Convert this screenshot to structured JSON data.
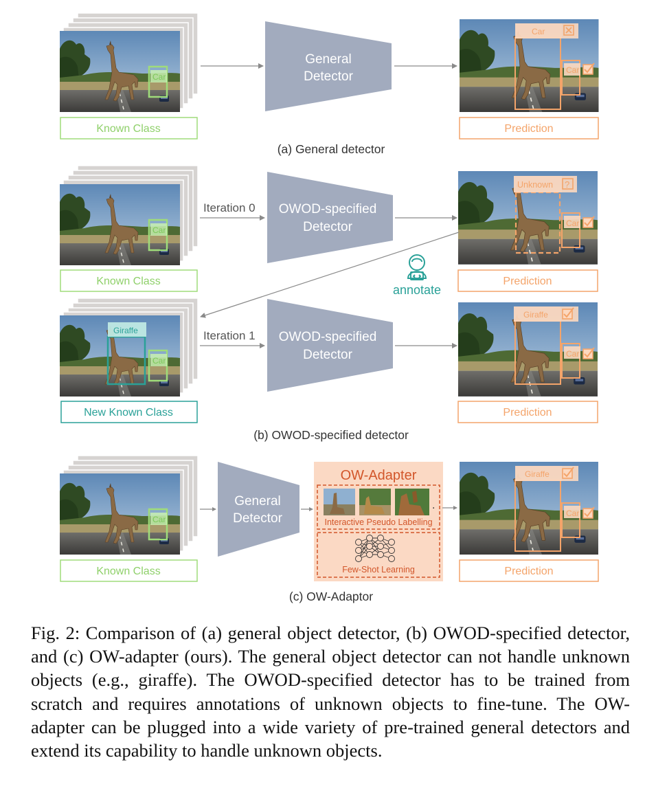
{
  "panel_a": {
    "known_label": "Known Class",
    "car_tag": "Car",
    "detector": [
      "General",
      "Detector"
    ],
    "pred_car_tag": "Car",
    "pred_car_tag2": "Car",
    "prediction": "Prediction",
    "caption": "(a) General detector"
  },
  "panel_b": {
    "known_label": "Known Class",
    "car_tag": "Car",
    "iter0": "Iteration 0",
    "detector": [
      "OWOD-specified",
      "Detector"
    ],
    "unknown_tag": "Unknown",
    "pred_car_tag": "Car",
    "prediction": "Prediction",
    "annotate": "annotate",
    "giraffe_tag": "Giraffe",
    "car_tag2": "Car",
    "new_known_label": "New Known Class",
    "iter1": "Iteration 1",
    "detector2": [
      "OWOD-specified",
      "Detector"
    ],
    "pred_giraffe_tag": "Giraffe",
    "pred_car_tag2": "Car",
    "prediction2": "Prediction",
    "caption": "(b) OWOD-specified detector"
  },
  "panel_c": {
    "known_label": "Known Class",
    "car_tag": "Car",
    "detector": [
      "General",
      "Detector"
    ],
    "adapter_title": "OW-Adapter",
    "pseudo_label": "Interactive Pseudo Labelling",
    "fewshot_label": "Few-Shot Learning",
    "ellipsis": ".",
    "pred_giraffe_tag": "Giraffe",
    "pred_car_tag": "Car",
    "prediction": "Prediction",
    "caption": "(c) OW-Adaptor"
  },
  "figure_caption": "Fig. 2: Comparison of (a) general object detector, (b) OWOD-specified detector, and (c) OW-adapter (ours). The general object detector can not handle unknown objects (e.g., giraffe). The OWOD-specified detector has to be trained from scratch and requires annotations of unknown objects to fine-tune. The OW-adapter can be plugged into a wide variety of pre-trained general detectors and extend its capability to handle unknown objects.",
  "colors": {
    "known_green": "#9fdc7a",
    "prediction_orange": "#f4a46a",
    "teal": "#2aa198",
    "detector_fill": "#a2abbe",
    "adapter_bg": "#fbd9c4",
    "adapter_title": "#d2562a"
  },
  "icons": [
    "annotator-person-icon",
    "neural-network-icon",
    "cross-mark-icon",
    "check-mark-icon",
    "question-mark-icon"
  ]
}
